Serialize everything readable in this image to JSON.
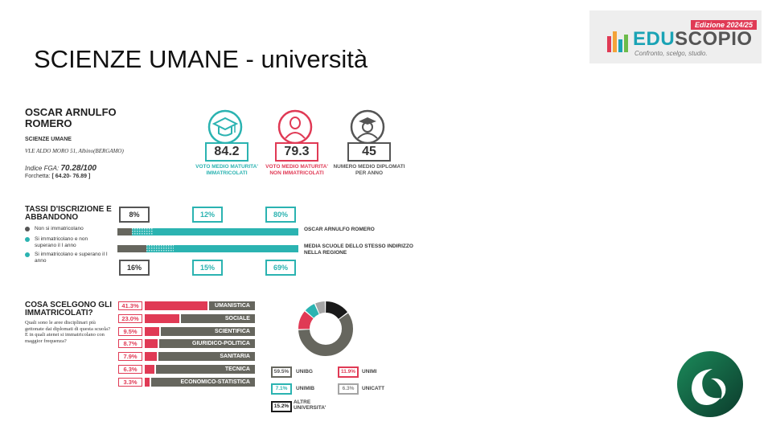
{
  "slide": {
    "title": "SCIENZE UMANE - università"
  },
  "logo": {
    "edition": "Edizione 2024/25",
    "name_edu": "EDU",
    "name_scopio": "SCOPIO",
    "tagline": "Confronto, scelgo, studio."
  },
  "school": {
    "name": "OSCAR ARNULFO ROMERO",
    "department": "SCIENZE UMANE",
    "address": "VLE ALDO MORO 51, Albino(BERGAMO)",
    "fga_label": "Indice FGA: ",
    "fga_value": "70.28/100",
    "range_label": "Forchetta: ",
    "range_value": "[ 64.20- 76.89 ]"
  },
  "metrics": [
    {
      "value": "84.2",
      "label": "VOTO MEDIO MATURITA' IMMATRICOLATI",
      "icon": "graduation-cap-icon",
      "color": "#2bb3b1"
    },
    {
      "value": "79.3",
      "label": "VOTO MEDIO MATURITA' NON IMMATRICOLATI",
      "icon": "person-icon",
      "color": "#e03a55"
    },
    {
      "value": "45",
      "label": "NUMERO MEDIO DIPLOMATI PER ANNO",
      "icon": "student-icon",
      "color": "#555555"
    }
  ],
  "rates": {
    "title": "TASSI D'ISCRIZIONE E ABBANDONO",
    "legend": [
      {
        "label": "Non si immatricolano",
        "color": "#555555"
      },
      {
        "label": "Si immatricolano e non superano il I anno",
        "color": "#2bb3b1"
      },
      {
        "label": "Si immatricolano e superano il I anno",
        "color": "#2bb3b1"
      }
    ],
    "school": {
      "label": "OSCAR ARNULFO ROMERO",
      "not_enrolled": "8%",
      "dropout": "12%",
      "passed": "80%"
    },
    "region": {
      "label": "MEDIA SCUOLE DELLO STESSO INDIRIZZO NELLA REGIONE",
      "not_enrolled": "16%",
      "dropout": "15%",
      "passed": "69%"
    }
  },
  "choices": {
    "title": "COSA SCELGONO GLI IMMATRICOLATI?",
    "description": "Quali sono le aree disciplinari più gettonate dai diplomati di questa scuola? E in quali atenei si immatricolano con maggior frequenza?",
    "areas": [
      {
        "label": "UMANISTICA",
        "pct": "41.3%",
        "value": 41.3
      },
      {
        "label": "SOCIALE",
        "pct": "23.0%",
        "value": 23.0
      },
      {
        "label": "SCIENTIFICA",
        "pct": "9.5%",
        "value": 9.5
      },
      {
        "label": "GIURIDICO-POLITICA",
        "pct": "8.7%",
        "value": 8.7
      },
      {
        "label": "SANITARIA",
        "pct": "7.9%",
        "value": 7.9
      },
      {
        "label": "TECNICA",
        "pct": "6.3%",
        "value": 6.3
      },
      {
        "label": "ECONOMICO-STATISTICA",
        "pct": "3.3%",
        "value": 3.3
      }
    ],
    "universities": [
      {
        "label": "UNIBG",
        "pct": "59.5%",
        "value": 59.5,
        "color": "#66665e"
      },
      {
        "label": "UNIMI",
        "pct": "11.9%",
        "value": 11.9,
        "color": "#e03a55"
      },
      {
        "label": "UNIMIB",
        "pct": "7.1%",
        "value": 7.1,
        "color": "#2bb3b1"
      },
      {
        "label": "UNICATT",
        "pct": "6.3%",
        "value": 6.3,
        "color": "#a5a5a5"
      },
      {
        "label": "ALTRE UNIVERSITA'",
        "pct": "15.2%",
        "value": 15.2,
        "color": "#1a1a1a"
      }
    ]
  }
}
